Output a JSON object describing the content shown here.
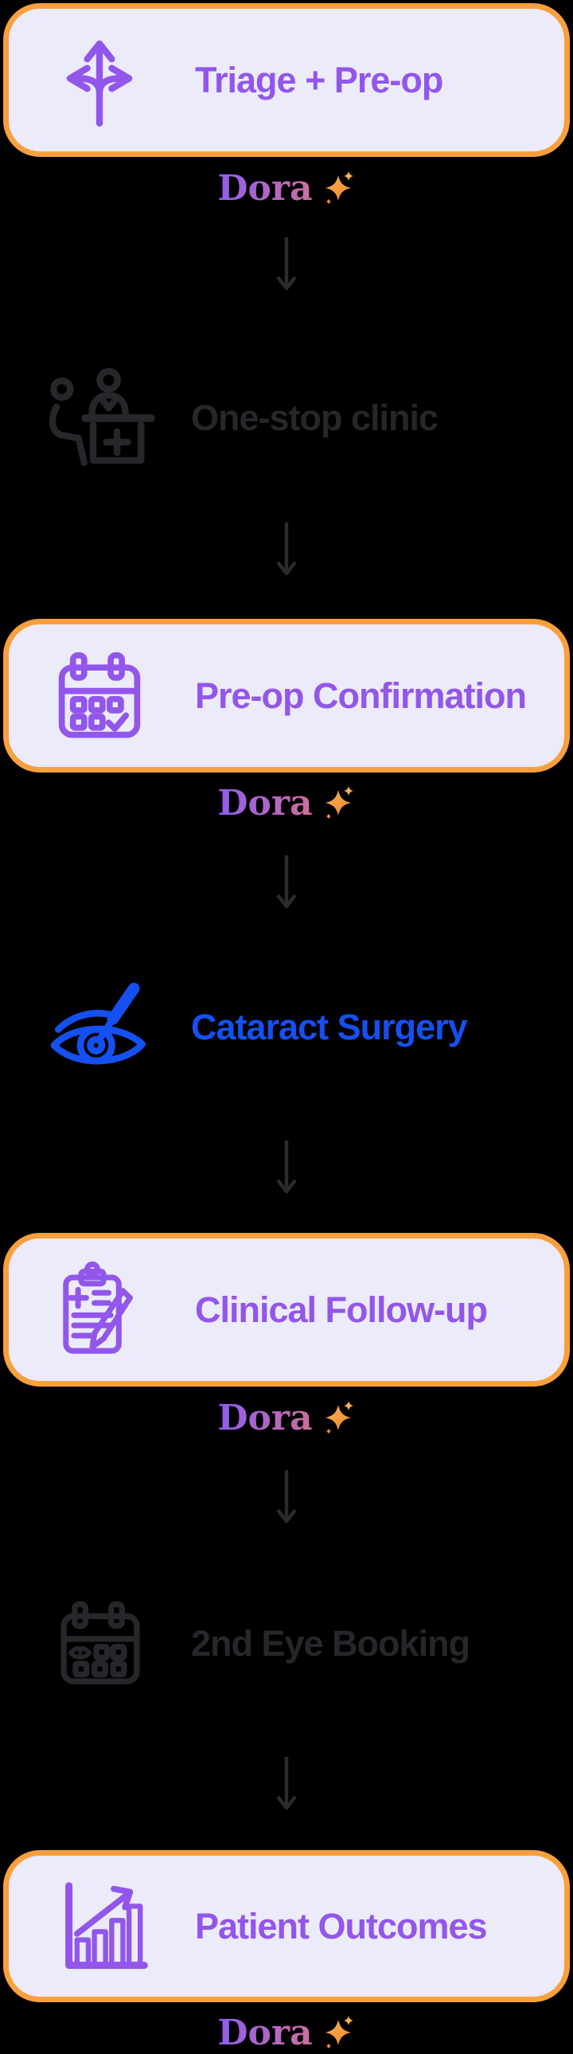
{
  "brand": {
    "name": "Dora",
    "sparkle_icon": "sparkle-icon"
  },
  "flow": {
    "connector_icon": "down-arrow-icon",
    "stages": [
      {
        "label": "Triage + Pre-op",
        "style": "highlight-card",
        "icon": "branching-arrows-icon",
        "assistant": "Dora"
      },
      {
        "label": "One-stop clinic",
        "style": "inactive",
        "icon": "reception-desk-icon"
      },
      {
        "label": "Pre-op Confirmation",
        "style": "highlight-card",
        "icon": "calendar-check-icon",
        "assistant": "Dora"
      },
      {
        "label": "Cataract Surgery",
        "style": "active-blue",
        "icon": "eye-surgery-icon"
      },
      {
        "label": "Clinical Follow-up",
        "style": "highlight-card",
        "icon": "clipboard-pencil-icon",
        "assistant": "Dora"
      },
      {
        "label": "2nd Eye Booking",
        "style": "inactive",
        "icon": "calendar-eye-icon"
      },
      {
        "label": "Patient Outcomes",
        "style": "highlight-card",
        "icon": "bar-chart-growth-icon",
        "assistant": "Dora"
      }
    ]
  },
  "colors": {
    "background": "#000000",
    "card_fill": "#EBEBFA",
    "card_border": "#F9A03C",
    "stage_purple": "#9256EB",
    "stage_blue": "#1550F0",
    "stage_inactive": "#26262B",
    "arrow": "#2B2B2F",
    "dora_purple": "#8E5CF2",
    "dora_pink": "#CD6F9B",
    "sparkle_light": "#F9B350",
    "sparkle_deep": "#EF8430"
  }
}
